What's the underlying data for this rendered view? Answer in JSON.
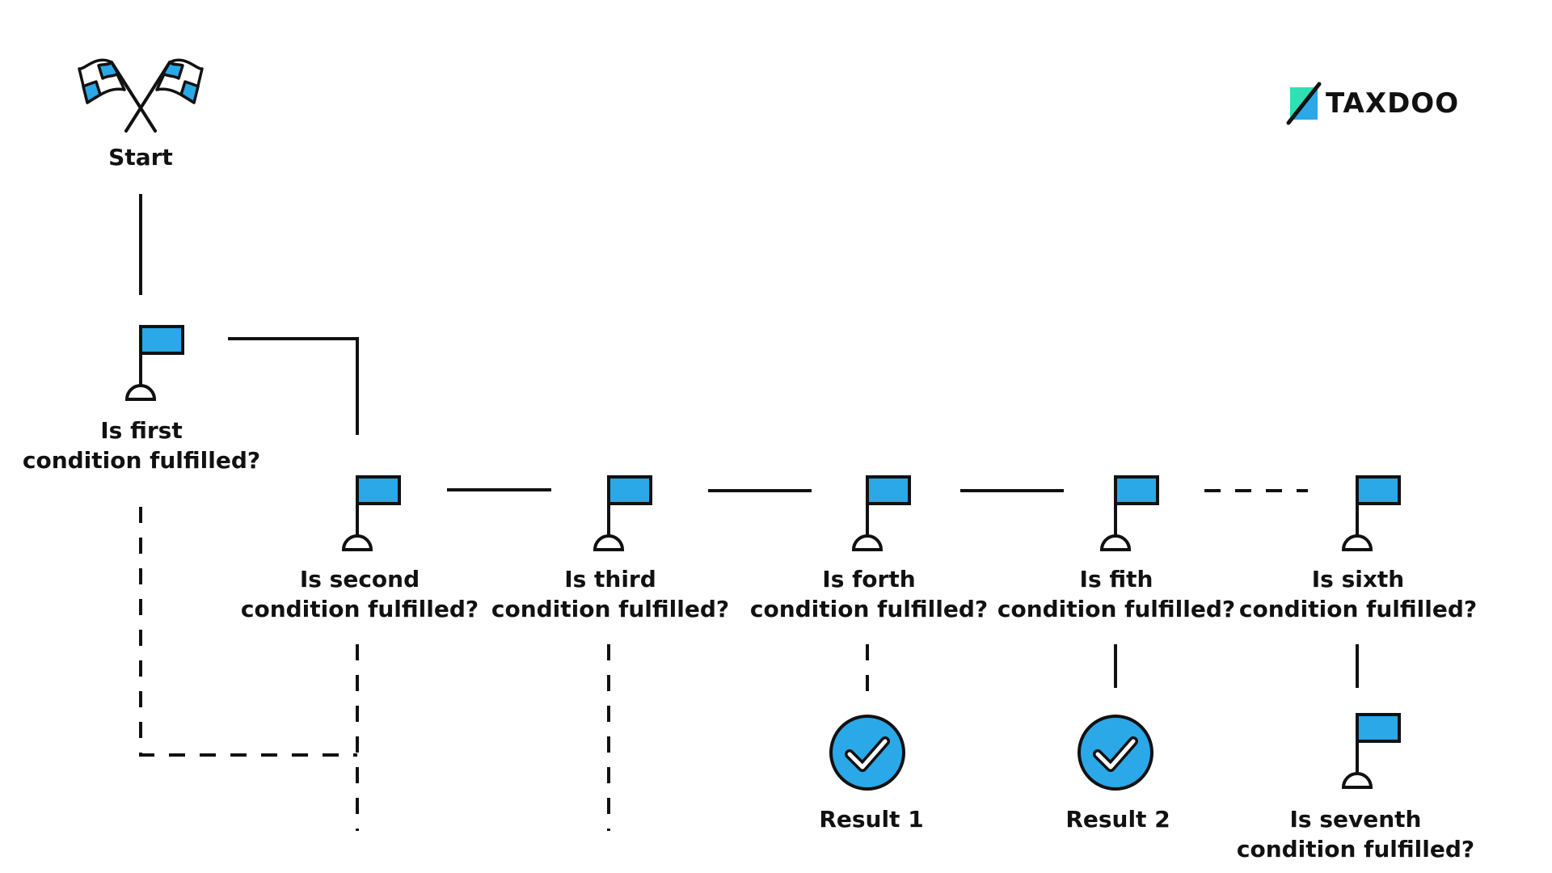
{
  "brand": {
    "name": "TAXDOO",
    "accent": "#2FE0B5",
    "blue": "#2AA8E8"
  },
  "colors": {
    "line": "#111111",
    "flag": "#2AA8E8",
    "text": "#111111"
  },
  "start": {
    "label": "Start",
    "icon": "checkered-flags-icon"
  },
  "nodes": [
    {
      "id": "c1",
      "lines": [
        "Is first",
        "condition fulfilled?"
      ],
      "icon": "flag-icon"
    },
    {
      "id": "c2",
      "lines": [
        "Is second",
        "condition fulfilled?"
      ],
      "icon": "flag-icon"
    },
    {
      "id": "c3",
      "lines": [
        "Is third",
        "condition fulfilled?"
      ],
      "icon": "flag-icon"
    },
    {
      "id": "c4",
      "lines": [
        "Is forth",
        "condition fulfilled?"
      ],
      "icon": "flag-icon"
    },
    {
      "id": "c5",
      "lines": [
        "Is fith",
        "condition fulfilled?"
      ],
      "icon": "flag-icon"
    },
    {
      "id": "c6",
      "lines": [
        "Is sixth",
        "condition fulfilled?"
      ],
      "icon": "flag-icon"
    },
    {
      "id": "c7",
      "lines": [
        "Is seventh",
        "condition fulfilled?"
      ],
      "icon": "flag-icon"
    }
  ],
  "results": [
    {
      "id": "r1",
      "label": "Result 1",
      "icon": "check-circle-icon"
    },
    {
      "id": "r2",
      "label": "Result 2",
      "icon": "check-circle-icon"
    }
  ]
}
